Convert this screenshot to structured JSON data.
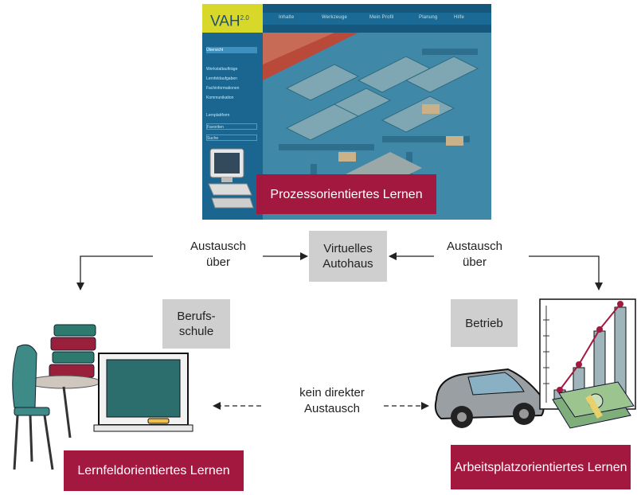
{
  "screenshot": {
    "logo": "VAH",
    "logo_sup": "2.0",
    "nav": [
      "Inhalte",
      "Werkzeuge",
      "Mein Profil",
      "Planung",
      "Hilfe"
    ],
    "side_items": [
      "Übersicht",
      "Werkstattaufträge",
      "Lernfeldaufgaben",
      "Fachinformationen",
      "Kommunikation",
      "Lernplattform",
      "Favoriten",
      "Suche"
    ]
  },
  "labels": {
    "prozess": "Prozessorientiertes Lernen",
    "virtuelles": "Virtuelles Autohaus",
    "austausch_left": "Austausch über",
    "austausch_right": "Austausch über",
    "berufsschule": "Berufs- schule",
    "betrieb": "Betrieb",
    "kein": "kein direkter Austausch",
    "lernfeld": "Lernfeldorientiertes Lernen",
    "arbeitsplatz": "Arbeitsplatzorientiertes Lernen"
  },
  "colors": {
    "accent_red": "#a3183f",
    "gray_box": "#cfcfcf",
    "screen_blue": "#1d6f99"
  }
}
